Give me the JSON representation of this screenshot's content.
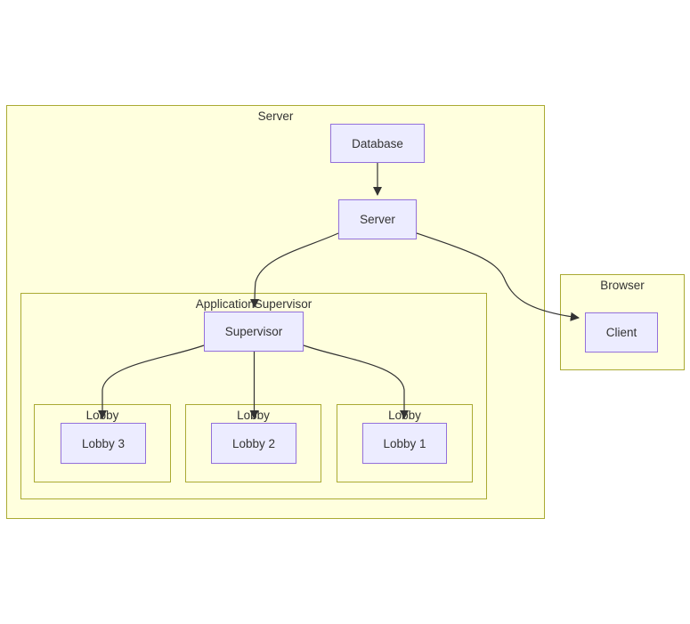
{
  "diagram": {
    "clusters": {
      "server": {
        "label": "Server"
      },
      "app_supervisor": {
        "label": "ApplicationSupervisor"
      },
      "lobby_left": {
        "label": "Lobby"
      },
      "lobby_middle": {
        "label": "Lobby"
      },
      "lobby_right": {
        "label": "Lobby"
      },
      "browser": {
        "label": "Browser"
      }
    },
    "nodes": {
      "database": {
        "label": "Database"
      },
      "server": {
        "label": "Server"
      },
      "supervisor": {
        "label": "Supervisor"
      },
      "lobby3": {
        "label": "Lobby 3"
      },
      "lobby2": {
        "label": "Lobby 2"
      },
      "lobby1": {
        "label": "Lobby 1"
      },
      "client": {
        "label": "Client"
      }
    },
    "edges": [
      {
        "from": "Database",
        "to": "Server"
      },
      {
        "from": "Server",
        "to": "Supervisor"
      },
      {
        "from": "Server",
        "to": "Client"
      },
      {
        "from": "Supervisor",
        "to": "Lobby 3"
      },
      {
        "from": "Supervisor",
        "to": "Lobby 2"
      },
      {
        "from": "Supervisor",
        "to": "Lobby 1"
      }
    ],
    "colors": {
      "node_fill": "#ECECFF",
      "node_border": "#9370DB",
      "cluster_fill": "#FFFFDE",
      "cluster_border": "#AAAA33",
      "edge": "#333333",
      "text": "#333333",
      "background": "#FFFFFF"
    }
  }
}
